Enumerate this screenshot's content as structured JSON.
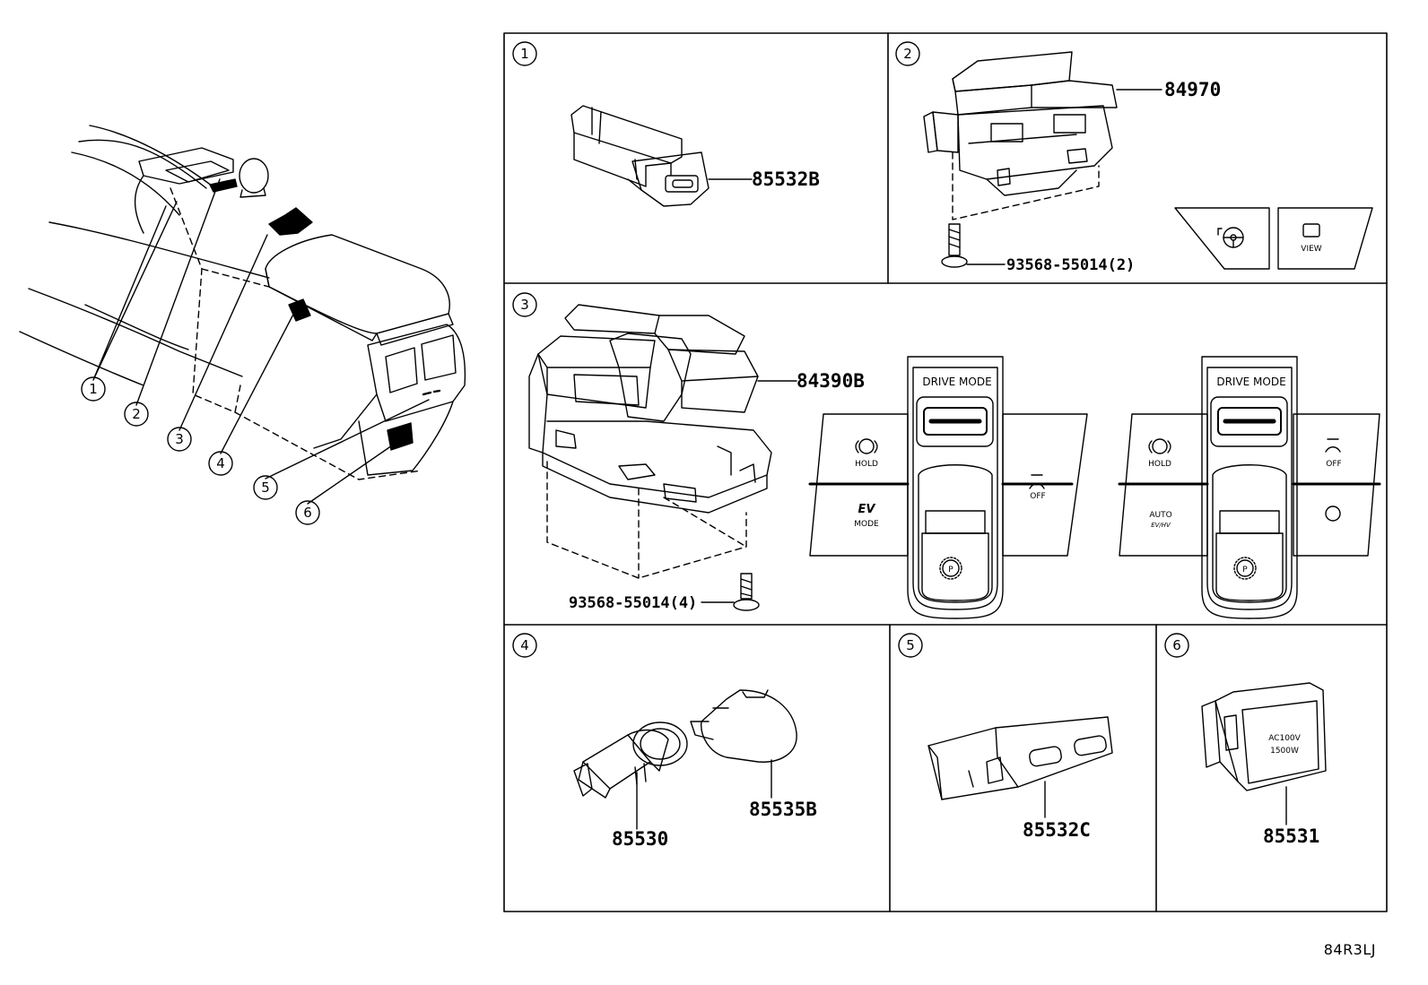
{
  "diagram": {
    "code": "84R3LJ",
    "overview_callouts": [
      "1",
      "2",
      "3",
      "4",
      "5",
      "6"
    ],
    "panels": [
      {
        "num": "1",
        "parts": [
          "85532B"
        ]
      },
      {
        "num": "2",
        "parts": [
          "84970",
          "93568-55014(2)"
        ],
        "buttons": [
          "VIEW"
        ]
      },
      {
        "num": "3",
        "parts": [
          "84390B",
          "93568-55014(4)"
        ],
        "switch_panel_a": {
          "title": "DRIVE MODE",
          "hold": "HOLD",
          "ev": "EV",
          "ev_mode": "MODE",
          "off": "OFF",
          "p": "P"
        },
        "switch_panel_b": {
          "title": "DRIVE MODE",
          "hold": "HOLD",
          "auto": "AUTO",
          "auto_sub": "EV/HV",
          "off": "OFF",
          "p": "P"
        }
      },
      {
        "num": "4",
        "parts": [
          "85530",
          "85535B"
        ]
      },
      {
        "num": "5",
        "parts": [
          "85532C"
        ]
      },
      {
        "num": "6",
        "parts": [
          "85531"
        ],
        "outlet_text": [
          "AC100V",
          "1500W"
        ]
      }
    ]
  }
}
